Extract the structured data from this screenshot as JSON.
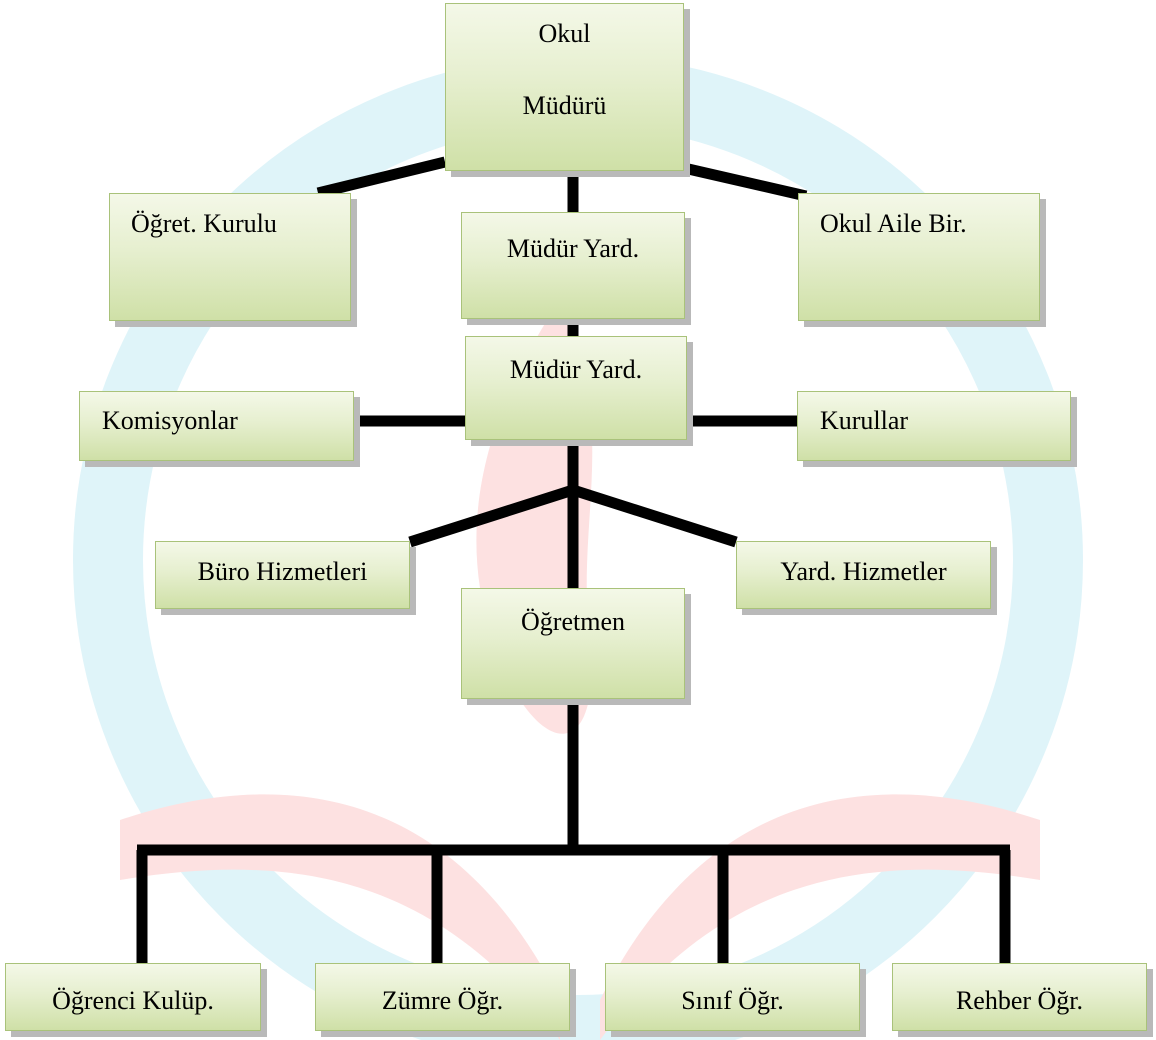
{
  "nodes": {
    "principal": {
      "line1": "Okul",
      "line2": "Müdürü"
    },
    "teachers_council": "Öğret. Kurulu",
    "vice_principal_1": "Müdür Yard.",
    "parent_association": "Okul Aile Bir.",
    "vice_principal_2": "Müdür Yard.",
    "commissions": "Komisyonlar",
    "boards": "Kurullar",
    "office_services": "Büro Hizmetleri",
    "support_services": "Yard. Hizmetler",
    "teacher": "Öğretmen",
    "student_club": "Öğrenci Kulüp.",
    "subject_teachers": "Zümre Öğr.",
    "class_teacher": "Sınıf Öğr.",
    "guidance_teacher": "Rehber Öğr."
  },
  "colors": {
    "box_top": "#f4f8e8",
    "box_bottom": "#cfe0a7",
    "box_border": "#a9c27a",
    "box_shadow": "#b9b9b9",
    "connector": "#000000",
    "watermark_blue": "#dff4f9",
    "watermark_red": "#fde1e1"
  }
}
